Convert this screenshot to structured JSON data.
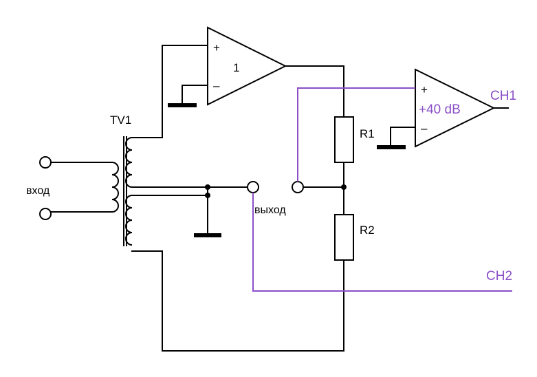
{
  "labels": {
    "transformer": "TV1",
    "input": "вход",
    "output": "выход",
    "resistor1": "R1",
    "resistor2": "R2",
    "opamp1_gain": "1",
    "opamp2_gain": "+40 dB",
    "opamp1_plus": "+",
    "opamp1_minus": "–",
    "opamp2_plus": "+",
    "opamp2_minus": "–",
    "channel1": "CH1",
    "channel2": "CH2"
  },
  "colors": {
    "wire": "#000000",
    "probe": "#8a4fc7"
  }
}
